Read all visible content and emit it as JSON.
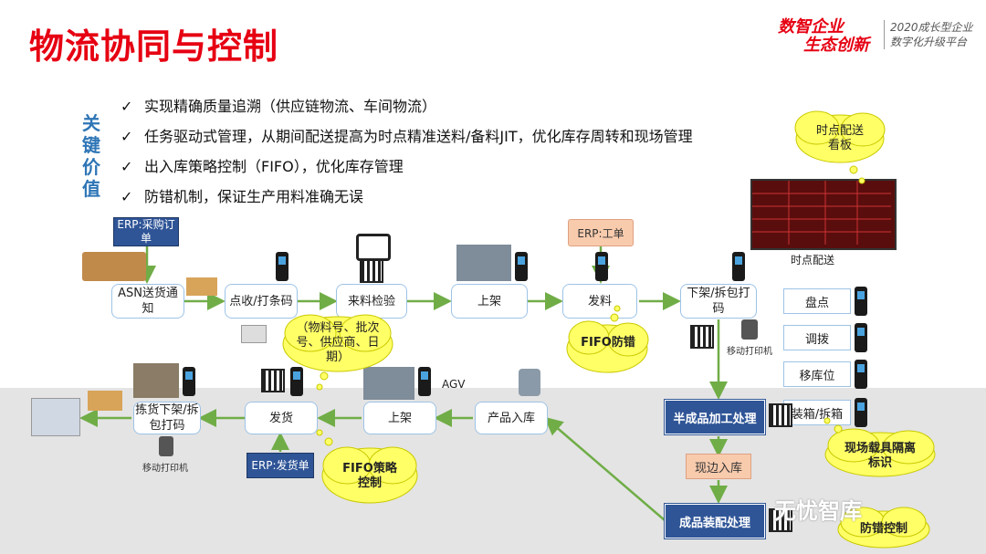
{
  "header": {
    "title": "物流协同与控制",
    "brand_line1": "数智企业",
    "brand_line2": "生态创新",
    "brand_sub1": "2020成长型企业",
    "brand_sub2": "数字化升级平台"
  },
  "key_value": {
    "label": "关键价值",
    "bullets": [
      "实现精确质量追溯（供应链物流、车间物流）",
      "任务驱动式管理，从期间配送提高为时点精准送料/备料JIT，优化库存周转和现场管理",
      "出入库策略控制（FIFO），优化库存管理",
      "防错机制，保证生产用料准确无误"
    ],
    "check": "✓"
  },
  "nodes": {
    "erp_po": "ERP:采购订单",
    "asn": "ASN送货通知",
    "receive": "点收/打条码",
    "inspect": "来料检验",
    "shelve1": "上架",
    "erp_wo": "ERP:工单",
    "issue": "发料",
    "unload": "下架/拆包打码",
    "pick": "拣货下架/拆包打码",
    "ship": "发货",
    "shelve2": "上架",
    "fg_in": "产品入库",
    "erp_ship": "ERP:发货单",
    "semi": "半成品加工处理",
    "line_in": "现边入库",
    "assembly": "成品装配处理",
    "count": "盘点",
    "adjust": "调拨",
    "move": "移库位",
    "pack": "装箱/拆箱"
  },
  "clouds": {
    "material": "（物料号、批次号、供应商、日期）",
    "fifo1": "FIFO防错",
    "fifo2": "FIFO策略控制",
    "board": "时点配送看板",
    "carrier": "现场载具隔离标识",
    "error": "防错控制"
  },
  "labels": {
    "board_caption": "时点配送",
    "agv": "AGV",
    "mobile_printer1": "移动打印机",
    "mobile_printer2": "移动打印机"
  },
  "watermark": "无忧智库",
  "colors": {
    "title": "#e60012",
    "accent": "#2e75b6",
    "dark_box": "#2f5597",
    "cloud": "#ffff66"
  }
}
